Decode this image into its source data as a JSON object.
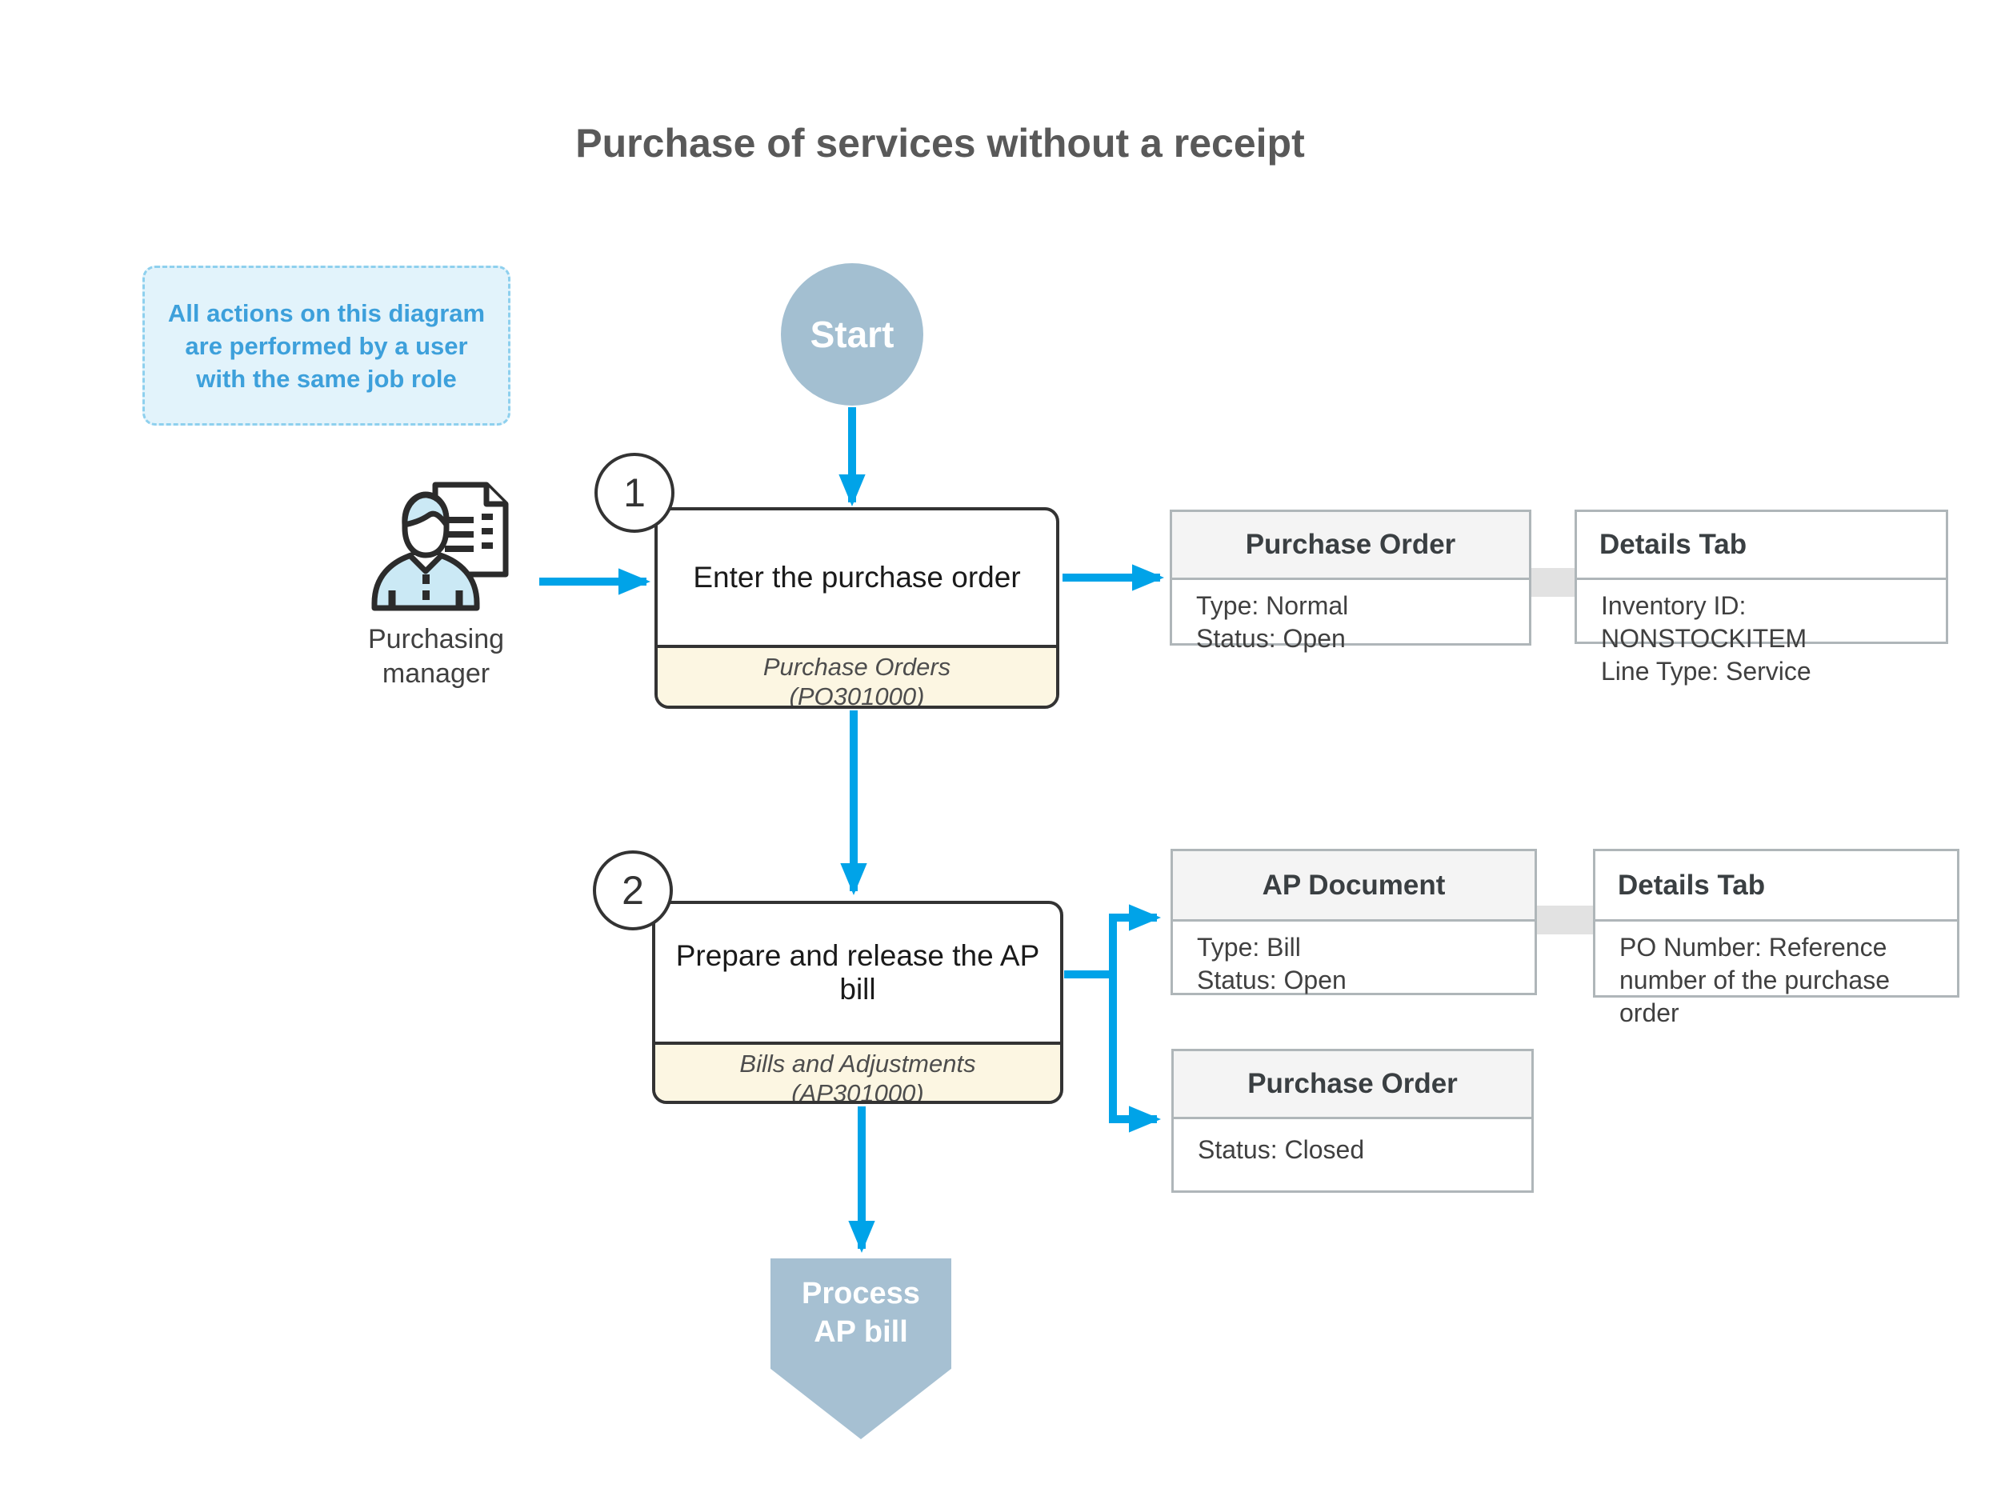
{
  "title": "Purchase of services without a receipt",
  "note": {
    "text": "All actions on this diagram are performed by a user with the same job role"
  },
  "start": {
    "label": "Start"
  },
  "actor": {
    "line1": "Purchasing",
    "line2": "manager"
  },
  "steps": [
    {
      "number": "1",
      "action": "Enter the purchase order",
      "screen_line1": "Purchase Orders",
      "screen_line2": "(PO301000)"
    },
    {
      "number": "2",
      "action": "Prepare and release the AP bill",
      "screen_line1": "Bills and Adjustments",
      "screen_line2": "(AP301000)"
    }
  ],
  "info_boxes": [
    {
      "title": "Purchase Order",
      "lines": [
        "Type: Normal",
        "Status: Open"
      ]
    },
    {
      "title": "Details Tab",
      "lines": [
        "Inventory ID: NONSTOCKITEM",
        "Line Type: Service"
      ]
    },
    {
      "title": "AP Document",
      "lines": [
        "Type: Bill",
        "Status: Open"
      ]
    },
    {
      "title": "Details Tab",
      "lines": [
        "PO Number: Reference number of the purchase order"
      ]
    },
    {
      "title": "Purchase Order",
      "lines": [
        "Status: Closed"
      ]
    }
  ],
  "terminal": {
    "line1": "Process",
    "line2": "AP bill"
  },
  "colors": {
    "accent_blue": "#00A3E8",
    "node_fill": "#A3BFD1",
    "note_bg": "#E2F3FB",
    "note_border": "#8ED0EE",
    "note_text": "#3DA0DB",
    "screen_footer_bg": "#FCF6E2",
    "info_header_bg": "#F4F4F4",
    "info_border": "#AFB6B9",
    "outline_dark": "#333333"
  }
}
